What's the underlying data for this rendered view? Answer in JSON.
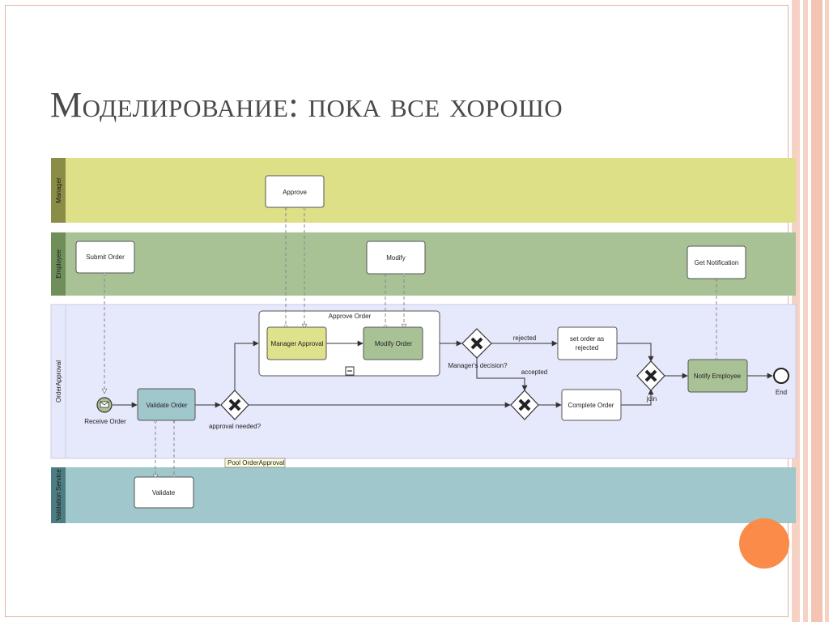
{
  "slide": {
    "title": "Моделирование: пока все хорошо"
  },
  "diagram": {
    "lanes": {
      "manager": "Manager",
      "employee": "Employee",
      "order_approval": "OrderApproval",
      "validation_service": "Validation Service"
    },
    "tasks": {
      "approve": "Approve",
      "submit_order": "Submit Order",
      "modify": "Modify",
      "get_notification": "Get Notification",
      "manager_approval": "Manager Approval",
      "modify_order": "Modify Order",
      "set_order_rejected_line1": "set order as",
      "set_order_rejected_line2": "rejected",
      "validate_order": "Validate Order",
      "complete_order": "Complete Order",
      "notify_employee": "Notify Employee",
      "validate": "Validate"
    },
    "subprocess": {
      "label": "Approve Order"
    },
    "events": {
      "receive_order": "Receive  Order",
      "end": "End"
    },
    "gateways": {
      "approval_needed": "approval needed?",
      "managers_decision": "Manager's decision?",
      "join": "join"
    },
    "flow_labels": {
      "rejected": "rejected",
      "accepted": "accepted"
    },
    "pool_tooltip": "Pool OrderApproval",
    "colors": {
      "manager_lane": "#dde087",
      "employee_lane": "#a8c296",
      "order_lane": "#e6e8fb",
      "validation_lane": "#9fc7cc",
      "yellow_task": "#dfe28c",
      "green_task": "#a8c296",
      "teal_task": "#9fc7cc"
    }
  }
}
